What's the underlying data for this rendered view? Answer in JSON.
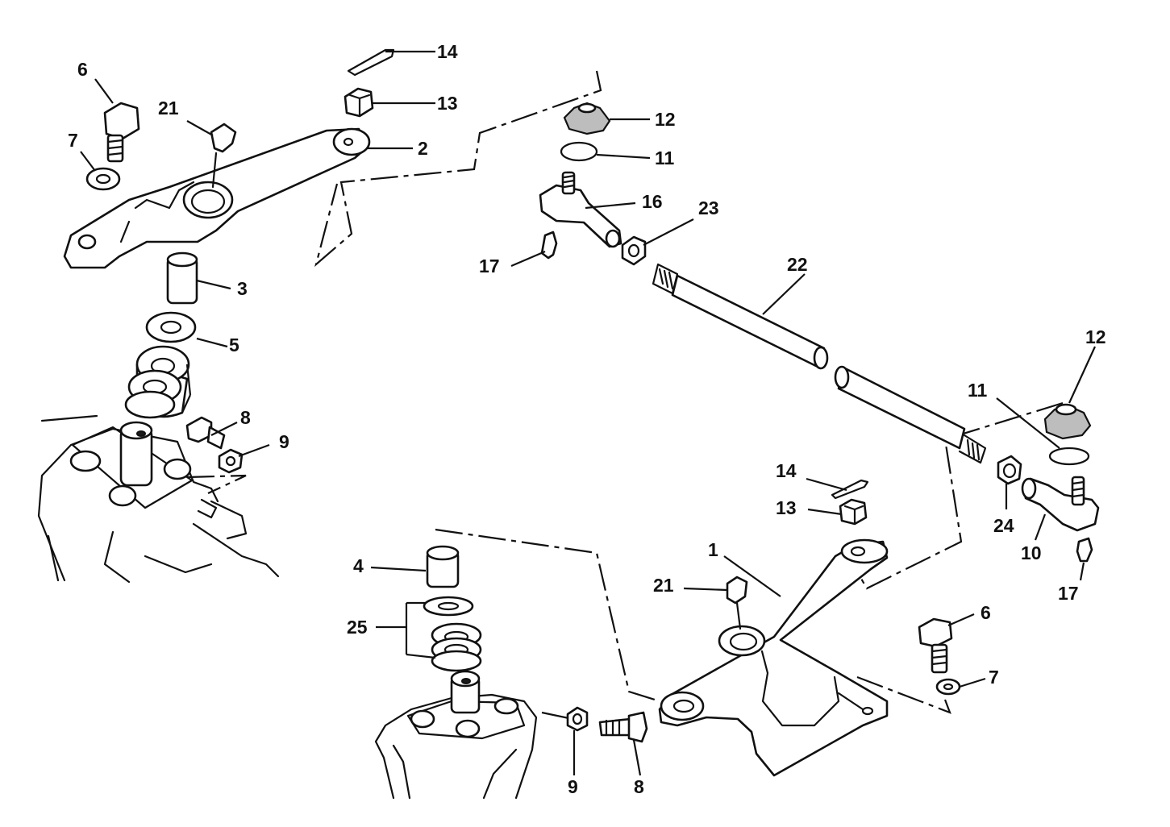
{
  "callouts": {
    "c1": "1",
    "c2": "2",
    "c3": "3",
    "c4": "4",
    "c5": "5",
    "c6a": "6",
    "c6b": "6",
    "c7a": "7",
    "c7b": "7",
    "c8a": "8",
    "c8b": "8",
    "c9a": "9",
    "c9b": "9",
    "c10": "10",
    "c11a": "11",
    "c11b": "11",
    "c12a": "12",
    "c12b": "12",
    "c13a": "13",
    "c13b": "13",
    "c14a": "14",
    "c14b": "14",
    "c16": "16",
    "c17a": "17",
    "c17b": "17",
    "c21a": "21",
    "c21b": "21",
    "c22": "22",
    "c23": "23",
    "c24": "24",
    "c25": "25"
  }
}
